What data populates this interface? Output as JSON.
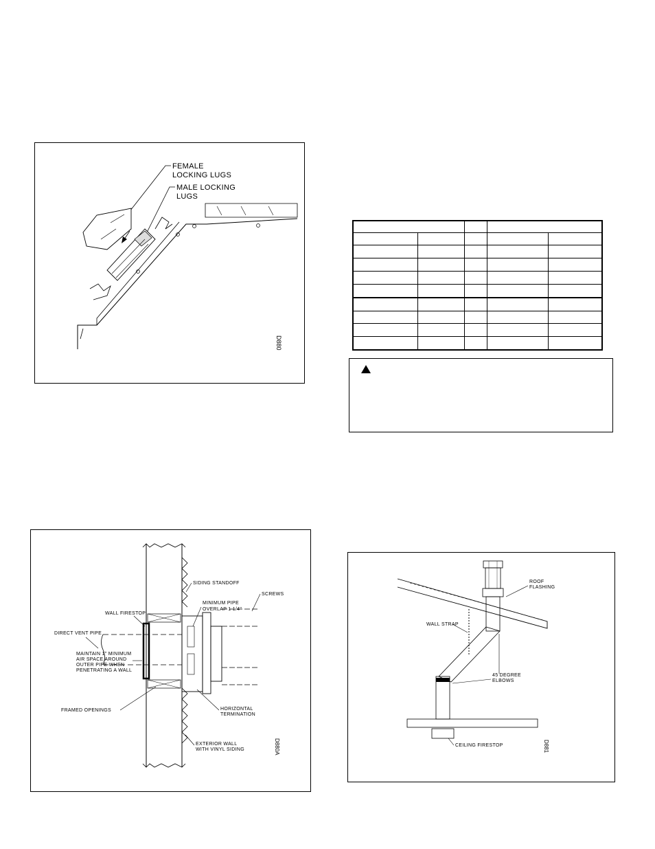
{
  "figure_locking_lugs": {
    "label_female": [
      "FEMALE",
      "LOCKING LUGS"
    ],
    "label_male": [
      "MALE LOCKING",
      "LUGS"
    ],
    "code": "D880"
  },
  "figure_wall_penetration": {
    "labels": {
      "siding_standoff": "SIDING STANDOFF",
      "screws": "SCREWS",
      "wall_firestop": "WALL FIRESTOP",
      "minimum_pipe_overlap": [
        "MINIMUM PIPE",
        "OVERLAP 1 1/4\""
      ],
      "direct_vent_pipe": "DIRECT VENT PIPE",
      "maintain_air_space": [
        "MAINTAIN 1\" MINIMUM",
        "AIR SPACE AROUND",
        "OUTER PIPE WHEN",
        "PENETRATING A WALL"
      ],
      "framed_openings": "FRAMED OPENINGS",
      "horizontal_termination": [
        "HORIZONTAL",
        "TERMINATION"
      ],
      "exterior_wall": [
        "EXTERIOR WALL",
        "WITH VINYL SIDING"
      ]
    },
    "code": "D880A"
  },
  "figure_roof_offset": {
    "labels": {
      "roof_flashing": [
        "ROOF",
        "FLASHING"
      ],
      "wall_strap": "WALL STRAP",
      "elbows": [
        "45 DEGREE",
        "ELBOWS"
      ],
      "ceiling_firestop": "CEILING FIRESTOP"
    },
    "code": "D881"
  },
  "table": {
    "rows": 10,
    "cols": 5
  },
  "warning_box": {
    "icon": "warning-triangle-icon"
  }
}
